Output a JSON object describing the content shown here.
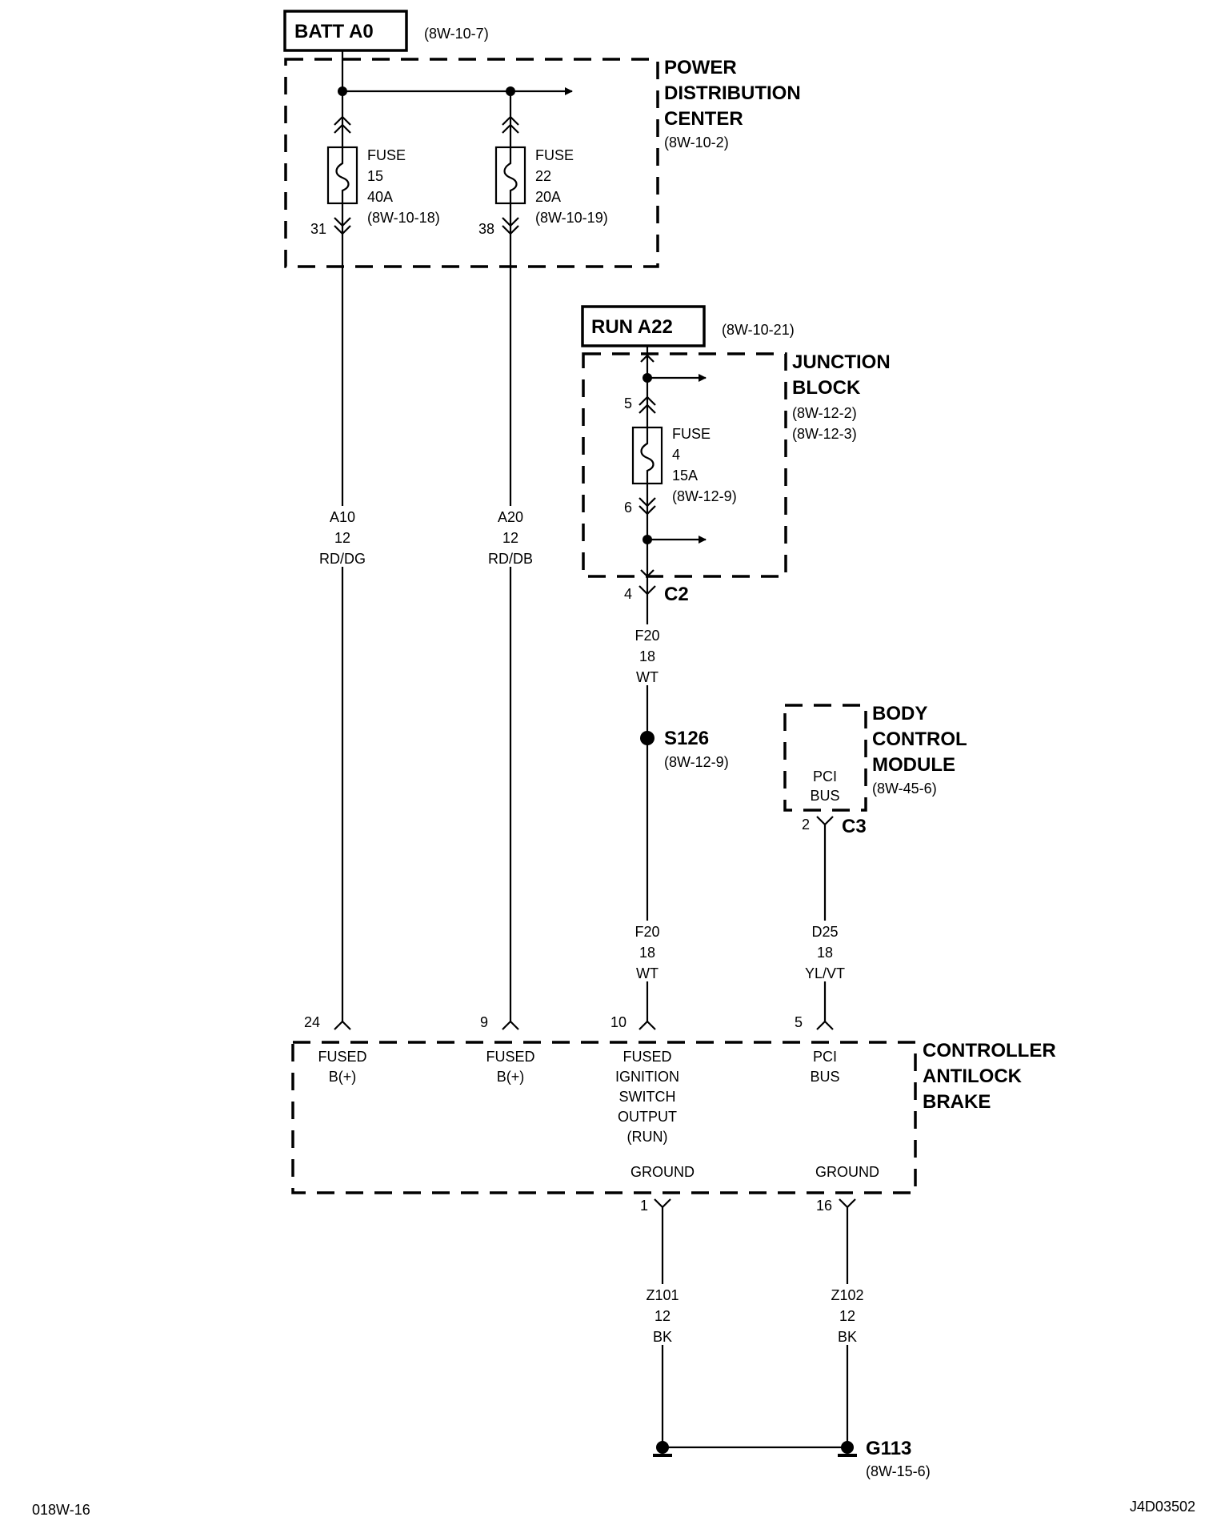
{
  "batt": {
    "label": "BATT A0",
    "ref": "(8W-10-7)"
  },
  "pdc": {
    "line1": "POWER",
    "line2": "DISTRIBUTION",
    "line3": "CENTER",
    "ref": "(8W-10-2)"
  },
  "fuse15": {
    "l1": "FUSE",
    "l2": "15",
    "l3": "40A",
    "l4": "(8W-10-18)",
    "pin": "31"
  },
  "fuse22": {
    "l1": "FUSE",
    "l2": "22",
    "l3": "20A",
    "l4": "(8W-10-19)",
    "pin": "38"
  },
  "run": {
    "label": "RUN A22",
    "ref": "(8W-10-21)"
  },
  "jb": {
    "line1": "JUNCTION",
    "line2": "BLOCK",
    "ref1": "(8W-12-2)",
    "ref2": "(8W-12-3)"
  },
  "fuse4": {
    "l1": "FUSE",
    "l2": "4",
    "l3": "15A",
    "l4": "(8W-12-9)",
    "pin_in": "5",
    "pin_out": "6"
  },
  "c2": {
    "pin": "4",
    "name": "C2"
  },
  "wire_a10": {
    "l1": "A10",
    "l2": "12",
    "l3": "RD/DG"
  },
  "wire_a20": {
    "l1": "A20",
    "l2": "12",
    "l3": "RD/DB"
  },
  "wire_f20_top": {
    "l1": "F20",
    "l2": "18",
    "l3": "WT"
  },
  "wire_f20_bot": {
    "l1": "F20",
    "l2": "18",
    "l3": "WT"
  },
  "wire_d25": {
    "l1": "D25",
    "l2": "18",
    "l3": "YL/VT"
  },
  "wire_z101": {
    "l1": "Z101",
    "l2": "12",
    "l3": "BK"
  },
  "wire_z102": {
    "l1": "Z102",
    "l2": "12",
    "l3": "BK"
  },
  "s126": {
    "name": "S126",
    "ref": "(8W-12-9)"
  },
  "bcm": {
    "line1": "BODY",
    "line2": "CONTROL",
    "line3": "MODULE",
    "ref": "(8W-45-6)",
    "pin1": "PCI",
    "pin2": "BUS",
    "pin": "2",
    "conn": "C3"
  },
  "cab": {
    "line1": "CONTROLLER",
    "line2": "ANTILOCK",
    "line3": "BRAKE",
    "p24": {
      "num": "24",
      "l1": "FUSED",
      "l2": "B(+)"
    },
    "p9": {
      "num": "9",
      "l1": "FUSED",
      "l2": "B(+)"
    },
    "p10": {
      "num": "10",
      "l1": "FUSED",
      "l2": "IGNITION",
      "l3": "SWITCH",
      "l4": "OUTPUT",
      "l5": "(RUN)"
    },
    "p5": {
      "num": "5",
      "l1": "PCI",
      "l2": "BUS"
    },
    "g1": {
      "label": "GROUND",
      "num": "1"
    },
    "g16": {
      "label": "GROUND",
      "num": "16"
    }
  },
  "g113": {
    "name": "G113",
    "ref": "(8W-15-6)"
  },
  "footer": {
    "left": "018W-16",
    "right": "J4D03502"
  }
}
